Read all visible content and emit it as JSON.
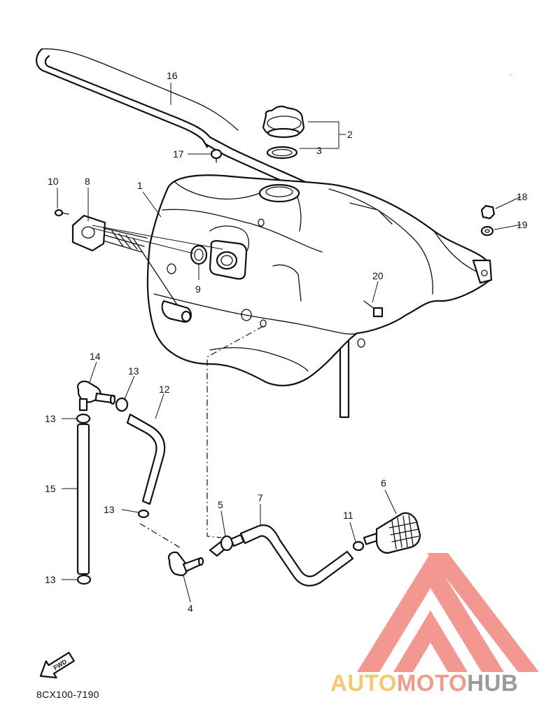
{
  "diagram": {
    "catalog_code": "8CX100-7190",
    "fwd_label": "FWD",
    "callouts": [
      "1",
      "2",
      "3",
      "4",
      "5",
      "6",
      "7",
      "8",
      "9",
      "10",
      "11",
      "12",
      "13",
      "13",
      "13",
      "13",
      "14",
      "15",
      "16",
      "17",
      "18",
      "19",
      "20"
    ]
  },
  "watermark": {
    "part1": "AUTO",
    "part2": "MOTO",
    "part3": "HUB",
    "colors": {
      "auto": "#f7c96d",
      "moto": "#f49a8a",
      "hub": "#9b9b9b",
      "logo": "#f28d86"
    }
  }
}
